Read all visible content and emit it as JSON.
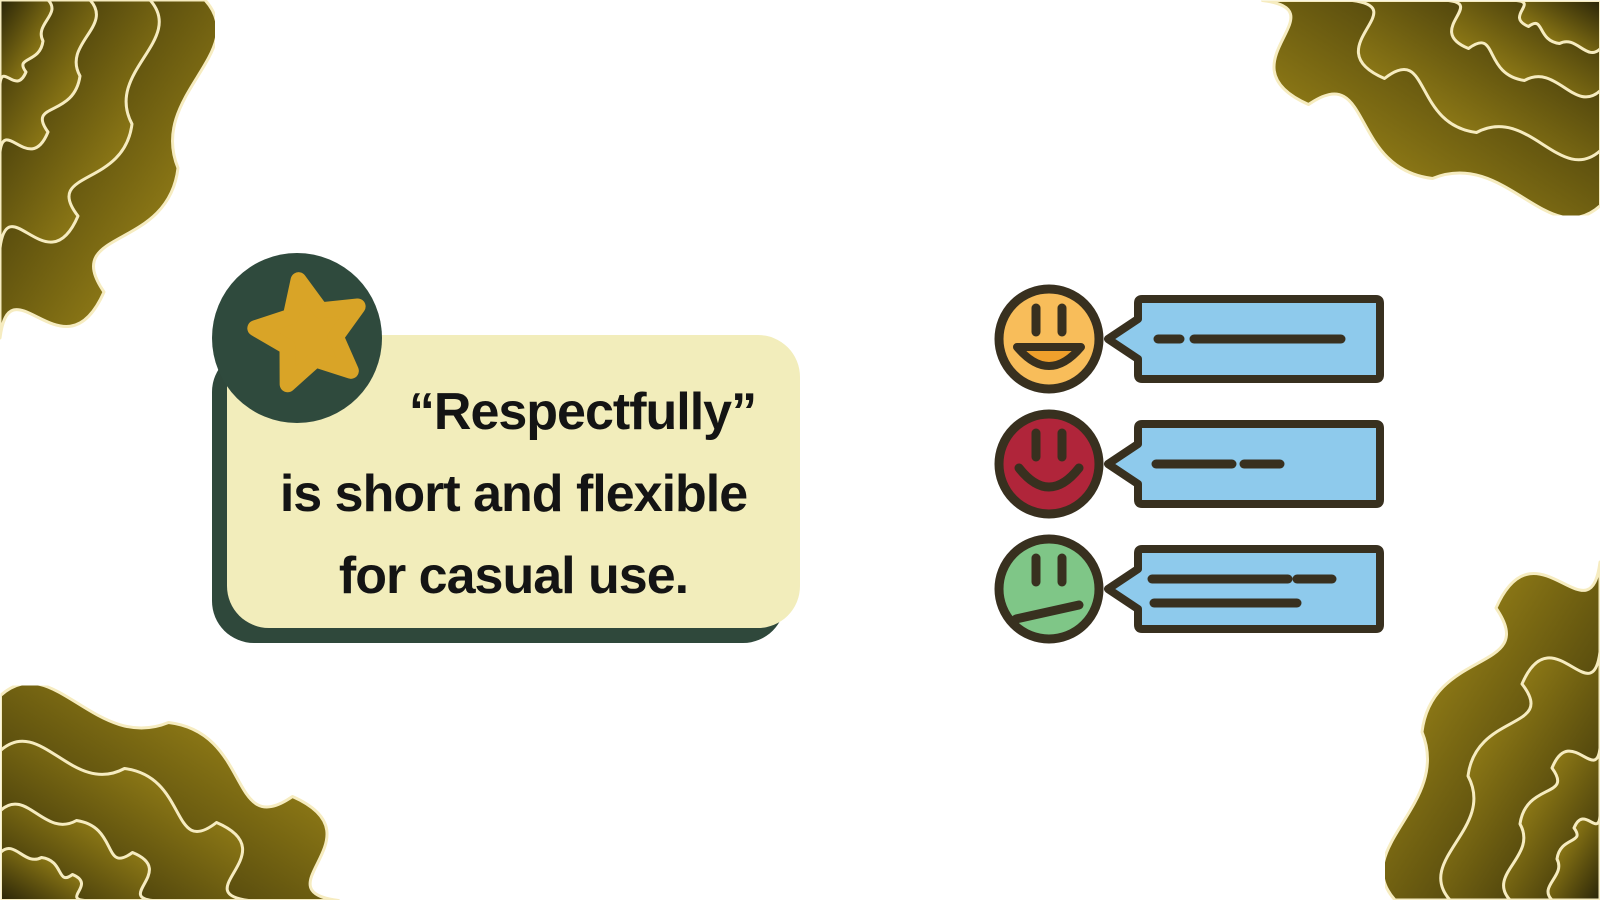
{
  "theme": {
    "page-bg": "#ffffff",
    "card-bg": "#f2edbb",
    "card-shadow": "#2f483b",
    "card-text": "#141414",
    "badge-circle": "#2f4a3d",
    "badge-star": "#d9a427",
    "outline": "#38301f",
    "bubble-fill": "#8ecaec",
    "face-happy": "#f8bd5a",
    "face-happy-mouth": "#f0a02c",
    "face-smile": "#b0253a",
    "face-neutral": "#7fc687",
    "ornament-outline": "#f6ecc0",
    "ornament-dark": "#2a2508",
    "ornament-mid": "#776612",
    "ornament-light": "#b69b1e"
  },
  "quote_card": {
    "line1": "“Respectfully”",
    "line2": "is short and flexible",
    "line3": "for casual use.",
    "badge_icon": "star"
  },
  "feedback": {
    "rows": [
      {
        "face": "happy-open-smile",
        "bubble": "one short dash, one long line"
      },
      {
        "face": "smiling",
        "bubble": "one long line, one short dash"
      },
      {
        "face": "neutral",
        "bubble": "two lines with short dash"
      }
    ]
  },
  "corner_ornaments": {
    "style": "wavy gold ribbons",
    "positions": [
      "top-left",
      "top-right",
      "bottom-left",
      "bottom-right"
    ]
  }
}
